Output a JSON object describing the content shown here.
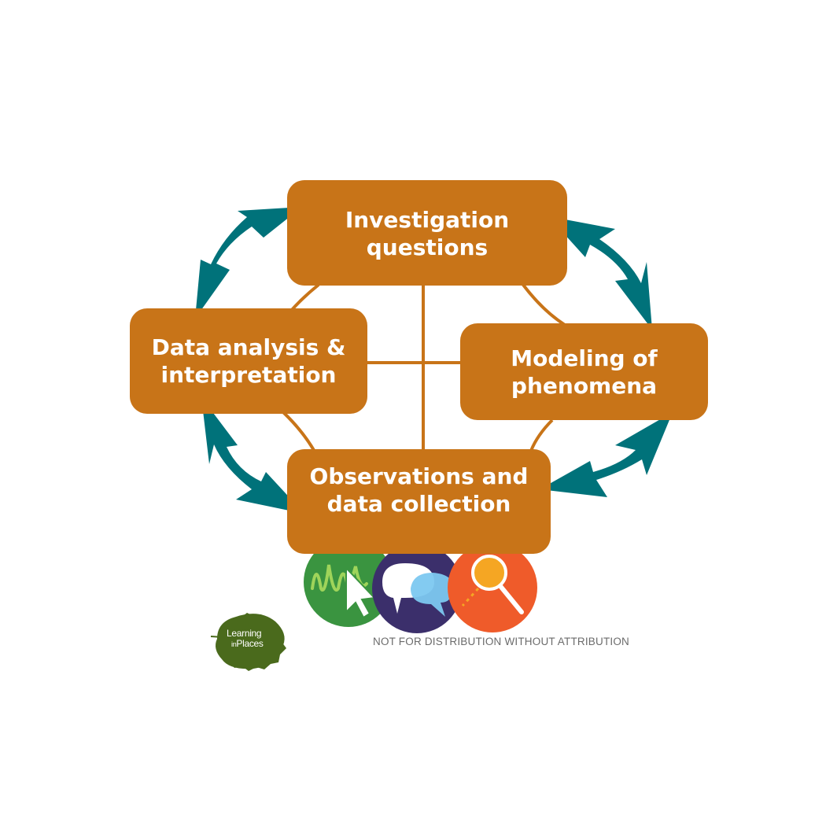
{
  "diagram": {
    "boxes": {
      "investigation": "Investigation\nquestions",
      "data_analysis": "Data analysis &\ninterpretation",
      "modeling": "Modeling of\nphenomena",
      "observations": "Observations and\ndata collection"
    },
    "colors": {
      "box": "#c87418",
      "arrow": "#00727a",
      "connector": "#c87418",
      "icon_green": "#3a9440",
      "icon_navy": "#3b2f6b",
      "icon_orange": "#ef5b2a",
      "logo_leaf": "#4a6a1c"
    },
    "icons": [
      "graph-cursor-icon",
      "speech-bubbles-icon",
      "magnifier-icon"
    ]
  },
  "logo": {
    "line1": "Learning",
    "line2_small": "in",
    "line2": "Places"
  },
  "attribution": "NOT FOR DISTRIBUTION WITHOUT ATTRIBUTION"
}
